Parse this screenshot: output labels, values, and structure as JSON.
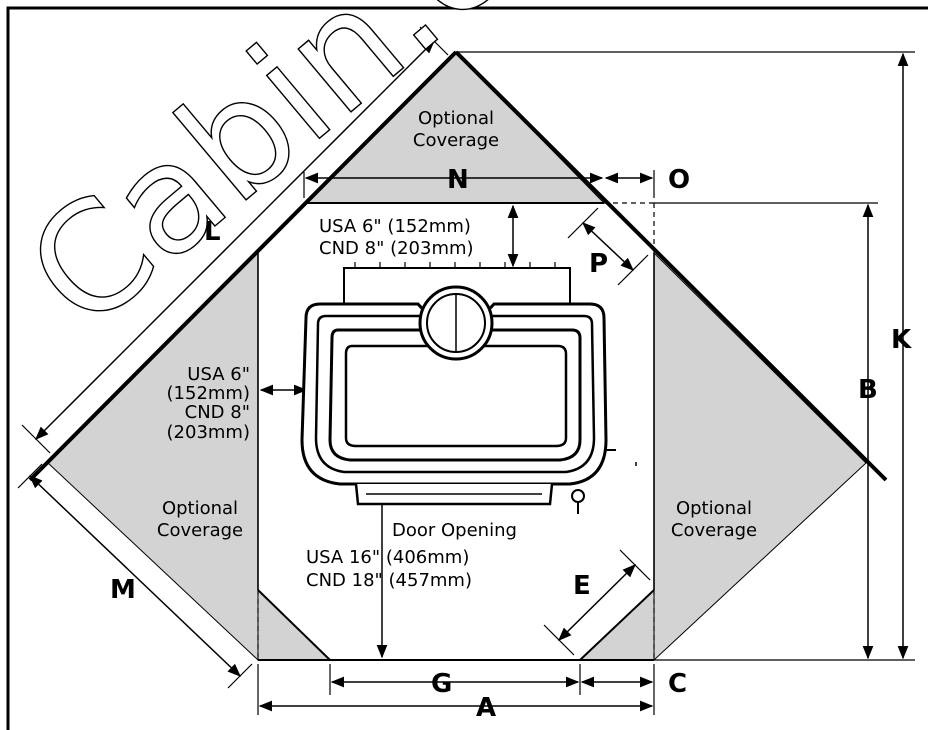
{
  "watermark": "Cabin.co",
  "colors": {
    "coverage_fill": "#d3d3d3",
    "line": "#000000"
  },
  "dimension_letters": {
    "A": "A",
    "B": "B",
    "C": "C",
    "E": "E",
    "G": "G",
    "K": "K",
    "L": "L",
    "M": "M",
    "N": "N",
    "O": "O",
    "P": "P"
  },
  "optional_coverage": {
    "top": [
      "Optional",
      "Coverage"
    ],
    "left": [
      "Optional",
      "Coverage"
    ],
    "right": [
      "Optional",
      "Coverage"
    ]
  },
  "clearance_top": [
    "USA 6\" (152mm)",
    "CND 8\" (203mm)"
  ],
  "clearance_side": [
    "USA 6\"",
    "(152mm)",
    "CND 8\"",
    "(203mm)"
  ],
  "door_opening": "Door Opening",
  "clearance_front": [
    "USA 16\" (406mm)",
    "CND 18\" (457mm)"
  ]
}
